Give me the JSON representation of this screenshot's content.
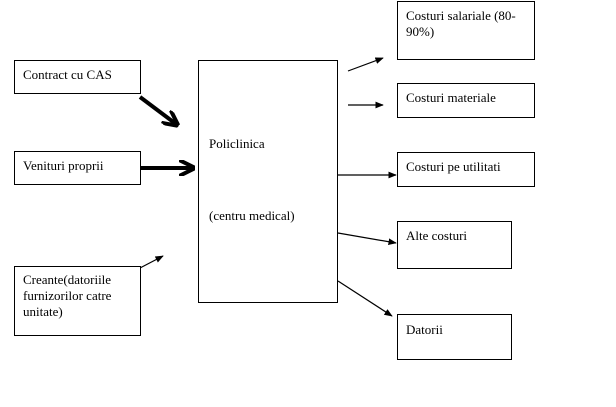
{
  "diagram": {
    "inputs": [
      {
        "id": "contract",
        "label": "Contract cu CAS"
      },
      {
        "id": "venituri",
        "label": "Venituri proprii"
      },
      {
        "id": "creante",
        "label": "Creante(datoriile furnizorilor catre unitate)"
      }
    ],
    "center": {
      "title": "Policlinica",
      "subtitle": "(centru medical)"
    },
    "outputs": [
      {
        "id": "salariale",
        "label": "Costuri salariale (80-90%)"
      },
      {
        "id": "materiale",
        "label": "Costuri materiale"
      },
      {
        "id": "utilitati",
        "label": "Costuri pe utilitati"
      },
      {
        "id": "alte",
        "label": "Alte costuri"
      },
      {
        "id": "datorii",
        "label": "Datorii"
      }
    ]
  }
}
